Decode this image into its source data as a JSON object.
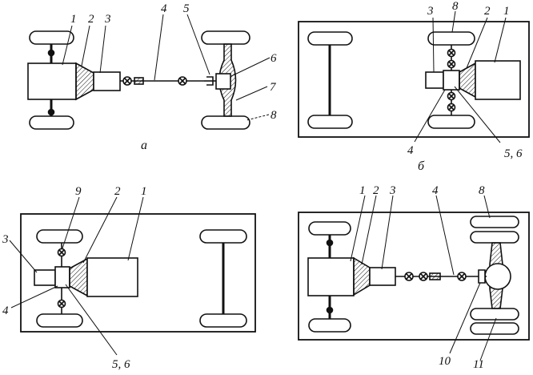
{
  "diagram": {
    "panels": [
      {
        "id": "a",
        "caption": "а",
        "labels": [
          "1",
          "2",
          "3",
          "4",
          "5",
          "6",
          "7",
          "8"
        ]
      },
      {
        "id": "b",
        "caption": "б",
        "labels": [
          "3",
          "8",
          "2",
          "1",
          "4",
          "5, 6"
        ]
      },
      {
        "id": "c",
        "caption": "",
        "labels": [
          "9",
          "2",
          "1",
          "3",
          "4",
          "5, 6"
        ]
      },
      {
        "id": "d",
        "caption": "",
        "labels": [
          "1",
          "2",
          "3",
          "4",
          "8",
          "10",
          "11"
        ]
      }
    ]
  }
}
